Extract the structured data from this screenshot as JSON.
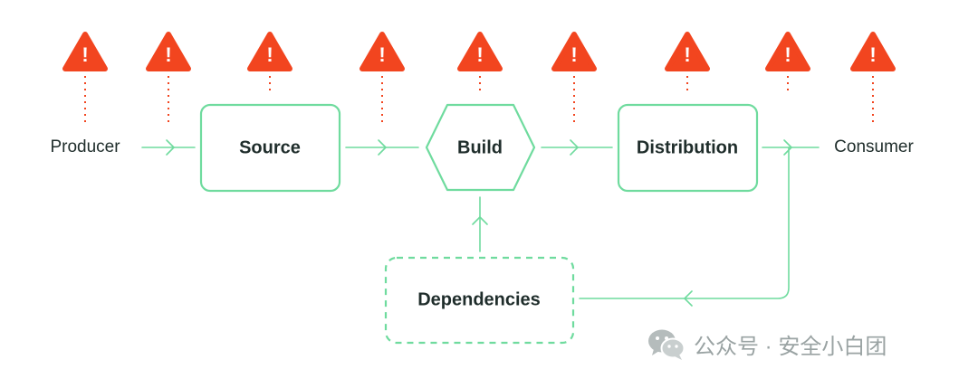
{
  "diagram": {
    "nodes": {
      "producer": "Producer",
      "source": "Source",
      "build": "Build",
      "distribution": "Distribution",
      "consumer": "Consumer",
      "dependencies": "Dependencies"
    },
    "warning": {
      "glyph": "!",
      "count": 9
    },
    "colors": {
      "edge": "#6fdb9e",
      "warning": "#f2451f",
      "text": "#1f2d2b"
    }
  },
  "watermark": {
    "text": "公众号 · 安全小白团"
  }
}
